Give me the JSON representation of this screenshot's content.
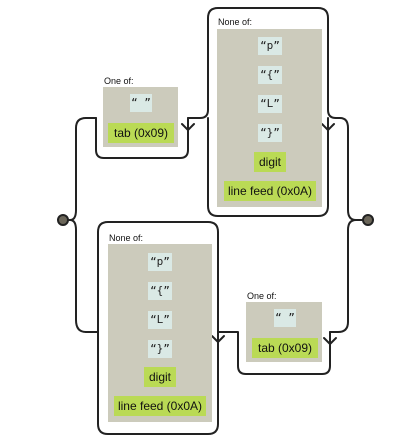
{
  "diagram": {
    "top_branch": {
      "one_of": {
        "label": "One of:",
        "items": [
          {
            "kind": "literal",
            "text": "“ ”"
          },
          {
            "kind": "class",
            "text": "tab (0x09)"
          }
        ]
      },
      "none_of": {
        "label": "None of:",
        "items": [
          {
            "kind": "literal",
            "text": "“p”"
          },
          {
            "kind": "literal",
            "text": "“{”"
          },
          {
            "kind": "literal",
            "text": "“L”"
          },
          {
            "kind": "literal",
            "text": "“}”"
          },
          {
            "kind": "class",
            "text": "digit"
          },
          {
            "kind": "class",
            "text": "line feed (0x0A)"
          }
        ]
      }
    },
    "bottom_branch": {
      "none_of": {
        "label": "None of:",
        "items": [
          {
            "kind": "literal",
            "text": "“p”"
          },
          {
            "kind": "literal",
            "text": "“{”"
          },
          {
            "kind": "literal",
            "text": "“L”"
          },
          {
            "kind": "literal",
            "text": "“}”"
          },
          {
            "kind": "class",
            "text": "digit"
          },
          {
            "kind": "class",
            "text": "line feed (0x0A)"
          }
        ]
      },
      "one_of": {
        "label": "One of:",
        "items": [
          {
            "kind": "literal",
            "text": "“ ”"
          },
          {
            "kind": "class",
            "text": "tab (0x09)"
          }
        ]
      }
    },
    "colors": {
      "wire": "#222222",
      "panel": "#cccbbc",
      "literal": "#dae9e5",
      "char_class": "#bada55",
      "endpoint": "#6b6659"
    }
  }
}
